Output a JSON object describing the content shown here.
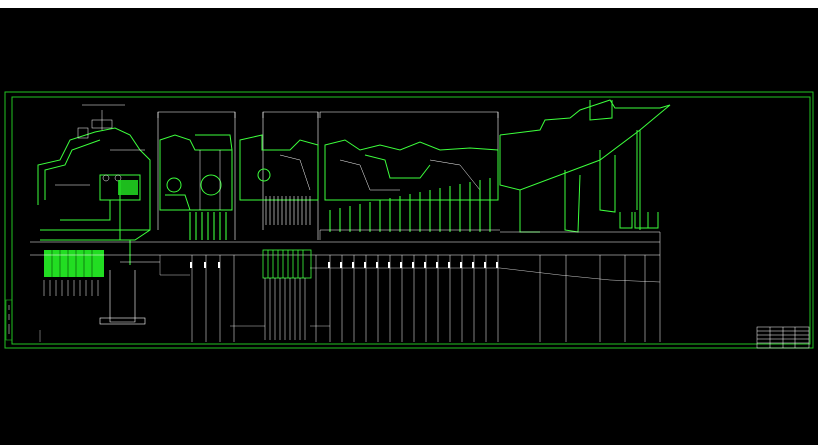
{
  "window": {
    "title": ""
  },
  "colors": {
    "background": "#000000",
    "topbar": "#ffffff",
    "frame": "#22c322",
    "outline": "#3cff3c",
    "fill_green": "#22dd22",
    "detail": "#ffffff"
  },
  "drawing": {
    "type": "cad-turbine-longitudinal-section",
    "title_block_rows": 5,
    "shaft_stage_lines": 26
  }
}
